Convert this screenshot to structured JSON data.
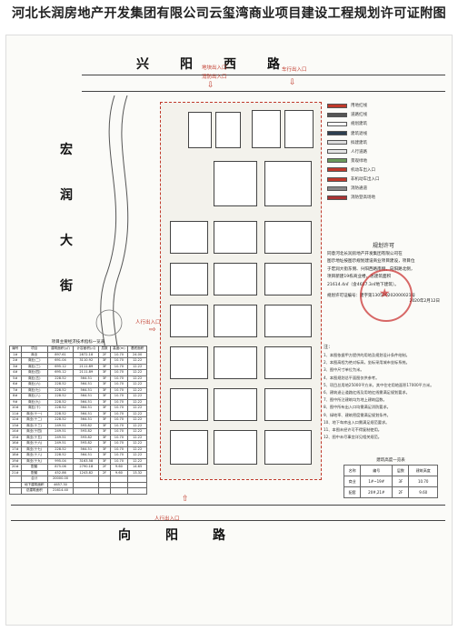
{
  "title": "河北长润房地产开发集团有限公司云玺湾商业项目建设工程规划许可证附图",
  "roads": {
    "north": "兴阳西路",
    "south": "向阳路",
    "west": "宏润大街"
  },
  "entrances": [
    {
      "label": "地块出入口"
    },
    {
      "label": "消防出入口"
    },
    {
      "label": "车行出入口"
    },
    {
      "label": "人行出入口"
    },
    {
      "label": "人行出入口"
    }
  ],
  "legend": [
    {
      "label": "用地红线",
      "color": "#c0392b"
    },
    {
      "label": "道路红线",
      "color": "#555555"
    },
    {
      "label": "规划建筑",
      "color": "#ffffff"
    },
    {
      "label": "建筑退线",
      "color": "#2c3e50"
    },
    {
      "label": "拟建建筑",
      "color": "#dddddd"
    },
    {
      "label": "人行道路",
      "color": "#e5e5e5"
    },
    {
      "label": "景观绿地",
      "color": "#6a9a5a"
    },
    {
      "label": "机动车出入口",
      "color": "#c0392b"
    },
    {
      "label": "非机动车出入口",
      "color": "#c0392b"
    },
    {
      "label": "消防通道",
      "color": "#888888"
    },
    {
      "label": "消防登高场地",
      "color": "#aa3333"
    }
  ],
  "permit": {
    "heading": "规划许可",
    "paragraph": [
      "同意河北长润房地产开发集团有限公司在",
      "图示地址按图示规划建设商业项目建设，项目位",
      "于宏润大街东侧、兴阳西路南侧，向阳路北侧，",
      "项目新建19栋商业楼，总建筑面积",
      "21614.4㎡（含4657.3㎡地下建筑）。"
    ],
    "serial": "规划许可证编号：建字第130500202000021号",
    "date": "2020年2月12日"
  },
  "notes": {
    "heading": "注：",
    "items": [
      "1、本图依据甲方提供的用地及规划设计条件绘制。",
      "2、本图高程为绝对标高，坐标采用城市坐标系统。",
      "3、图中尺寸单位为米。",
      "4、本图规划总平面图仅供参考。",
      "5、项目总用地25000平方米，其中住宅用地面积17000平方米。",
      "6、建筑退让道路红线及用地红线需满足规划要求。",
      "7、图中所注建筑均为地上建筑层数。",
      "8、图中所有出入口均需满足消防要求。",
      "9、绿地率、建筑密度需满足规划条件。",
      "10、地下车库出入口需满足规范要求。",
      "11、本图未经许可不得复制使用。",
      "12、图中未尽事宜详见相关规范。"
    ]
  },
  "stats_table": {
    "caption": "项目主要经济技术指标一览表",
    "headers": [
      "编号",
      "项目",
      "建筑面积(㎡)",
      "计容面积(㎡)",
      "层数",
      "高度(m)",
      "基底面积"
    ],
    "rows": [
      [
        "1#",
        "商业",
        "897.61",
        "2872.18",
        "2F",
        "10.70",
        "24.00"
      ],
      [
        "2#",
        "商业(二)",
        "691.04",
        "3110.92",
        "3F",
        "10.70",
        "12.22"
      ],
      [
        "3#",
        "商业(三)",
        "695.12",
        "2111.89",
        "3F",
        "10.70",
        "12.22"
      ],
      [
        "4#",
        "商业(四)",
        "695.12",
        "2111.89",
        "3F",
        "10.70",
        "12.22"
      ],
      [
        "5#",
        "商业(五)",
        "228.52",
        "564.51",
        "3F",
        "10.70",
        "12.22"
      ],
      [
        "6#",
        "商业(六)",
        "228.52",
        "564.51",
        "3F",
        "10.70",
        "12.22"
      ],
      [
        "7#",
        "商业(七)",
        "228.52",
        "564.51",
        "3F",
        "10.70",
        "12.22"
      ],
      [
        "8#",
        "商业(八)",
        "228.52",
        "564.51",
        "3F",
        "10.70",
        "12.22"
      ],
      [
        "9#",
        "商业(九)",
        "228.52",
        "564.51",
        "3F",
        "10.70",
        "12.22"
      ],
      [
        "10#",
        "商业(十)",
        "228.52",
        "564.51",
        "3F",
        "10.70",
        "12.22"
      ],
      [
        "11#",
        "商业(十一)",
        "228.52",
        "564.51",
        "3F",
        "10.70",
        "12.22"
      ],
      [
        "12#",
        "商业(十二)",
        "228.52",
        "564.51",
        "3F",
        "10.70",
        "12.22"
      ],
      [
        "13#",
        "商业(十三)",
        "249.51",
        "593.82",
        "3F",
        "10.70",
        "12.22"
      ],
      [
        "14#",
        "商业(十四)",
        "249.51",
        "593.82",
        "3F",
        "10.70",
        "12.22"
      ],
      [
        "15#",
        "商业(十五)",
        "249.51",
        "593.82",
        "3F",
        "10.70",
        "12.22"
      ],
      [
        "16#",
        "商业(十六)",
        "249.51",
        "593.82",
        "3F",
        "10.70",
        "12.22"
      ],
      [
        "17#",
        "商业(十七)",
        "228.52",
        "564.51",
        "3F",
        "10.70",
        "12.22"
      ],
      [
        "18#",
        "商业(十八)",
        "228.52",
        "564.51",
        "3F",
        "10.70",
        "12.22"
      ],
      [
        "19#",
        "商业(十九)",
        "995.04",
        "3163.58",
        "3F",
        "10.70",
        "12.22"
      ],
      [
        "20#",
        "配套",
        "875.06",
        "2790.18",
        "2F",
        "9.60",
        "14.65"
      ],
      [
        "21#",
        "配套",
        "452.86",
        "1243.82",
        "2F",
        "9.60",
        "13.32"
      ],
      [
        "",
        "合计",
        "20000.00",
        "",
        "",
        "",
        ""
      ],
      [
        "",
        "地下建筑面积",
        "4657.30",
        "",
        "",
        "",
        ""
      ],
      [
        "",
        "总建筑面积",
        "21614.40",
        "",
        "",
        "",
        ""
      ]
    ]
  },
  "mini_table": {
    "caption": "建筑高度一览表",
    "headers": [
      "名称",
      "编号",
      "层数",
      "建筑高度"
    ],
    "rows": [
      [
        "商业",
        "1#~19#",
        "3F",
        "10.70"
      ],
      [
        "配套",
        "20#,21#",
        "2F",
        "9.60"
      ]
    ]
  }
}
